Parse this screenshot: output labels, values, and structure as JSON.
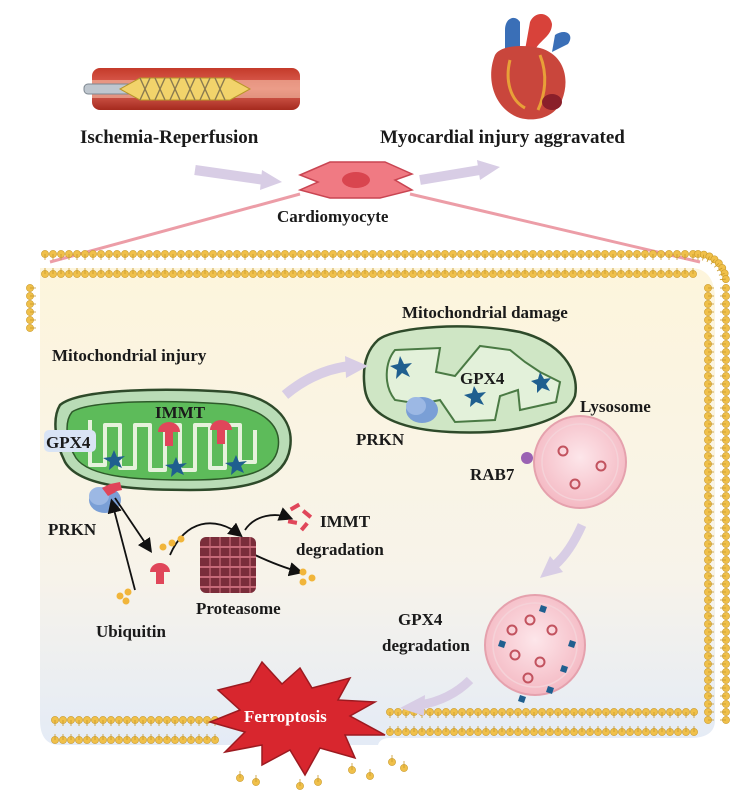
{
  "labels": {
    "ischemia": "Ischemia-Reperfusion",
    "myocardial": "Myocardial injury aggravated",
    "cardiomyocyte": "Cardiomyocyte",
    "mito_damage": "Mitochondrial damage",
    "mito_injury": "Mitochondrial injury",
    "immt": "IMMT",
    "gpx4_left": "GPX4",
    "gpx4_right": "GPX4",
    "prkn_left": "PRKN",
    "prkn_right": "PRKN",
    "lysosome": "Lysosome",
    "rab7": "RAB7",
    "immt_degradation_1": "IMMT",
    "immt_degradation_2": "degradation",
    "proteasome": "Proteasome",
    "ubiquitin": "Ubiquitin",
    "gpx4_degradation_1": "GPX4",
    "gpx4_degradation_2": "degradation",
    "ferroptosis": "Ferroptosis"
  },
  "colors": {
    "cell_fill_top": "#fdf5dc",
    "cell_fill_bottom": "#e6edf7",
    "lipid_head": "#f0c04a",
    "mito_outer": "#b9dcb6",
    "mito_inner": "#5dbb5a",
    "mito_dark": "#2e5a2a",
    "gpx4_star": "#1f5f8f",
    "prkn": "#7a9fd6",
    "immt": "#e0465a",
    "lysosome": "#f7c8cf",
    "ubiquitin": "#f1b53a",
    "ferroptosis": "#d8262e",
    "arrow": "#c9b8da"
  }
}
